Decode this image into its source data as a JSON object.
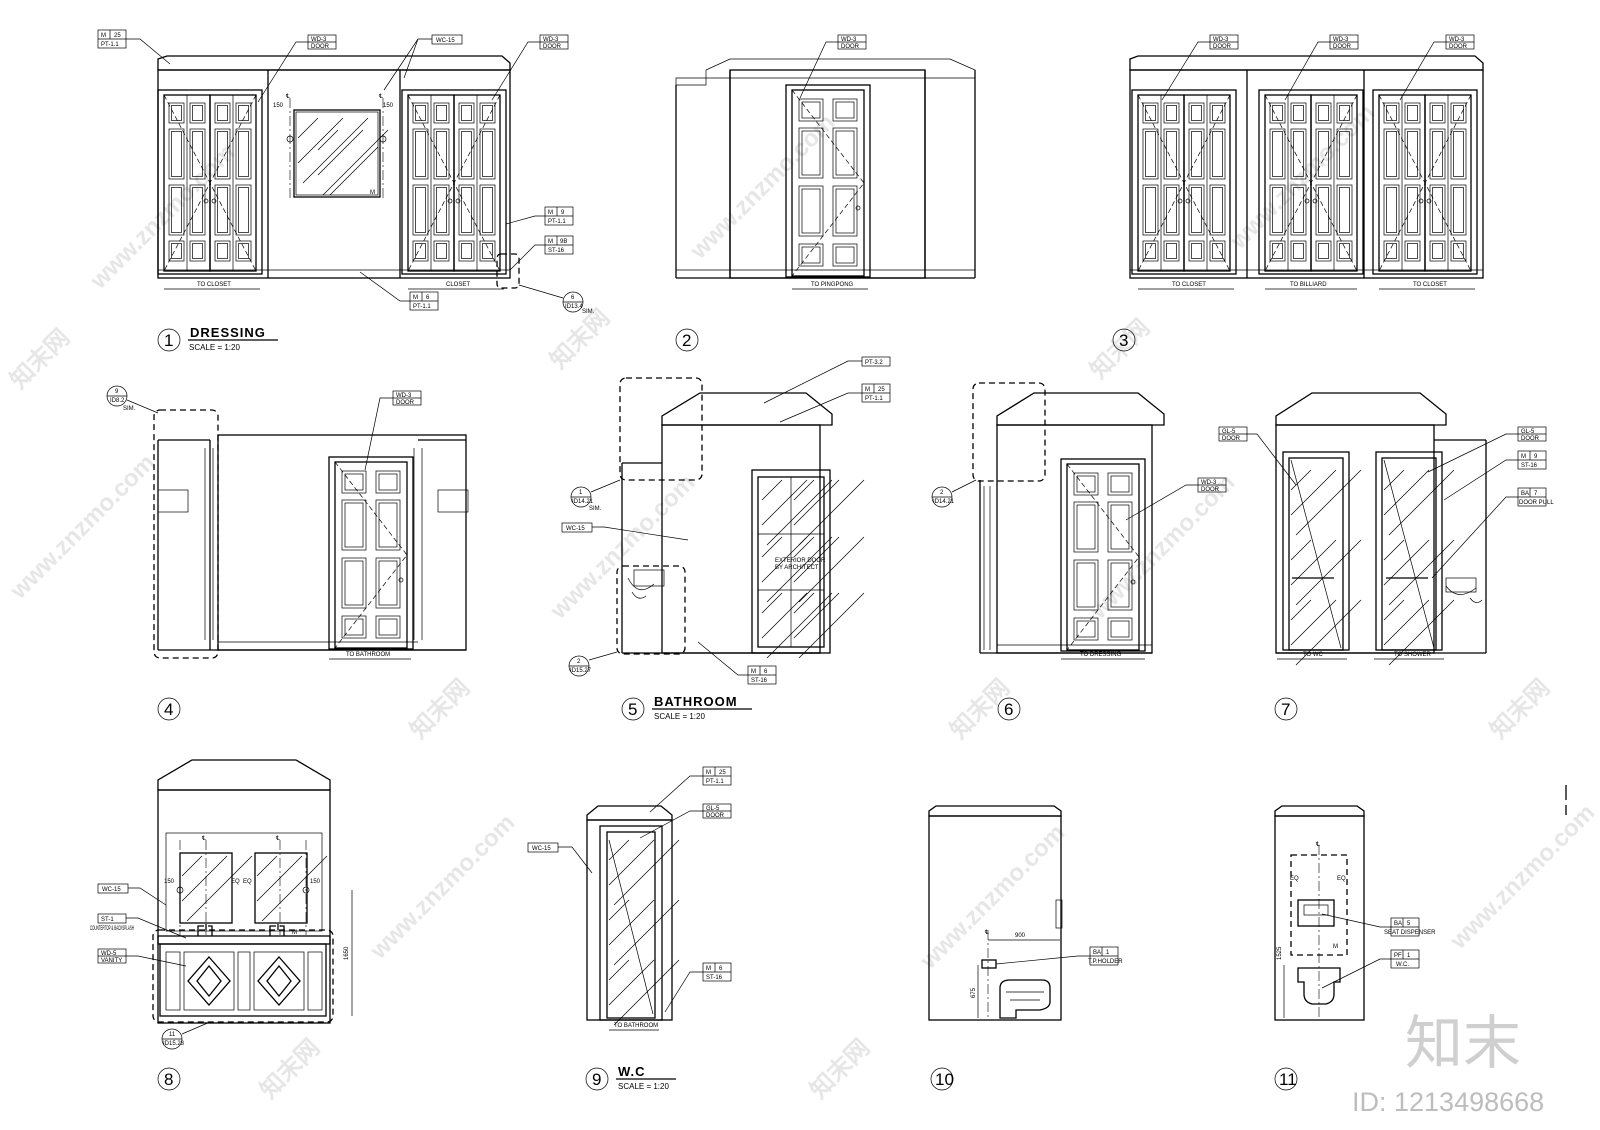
{
  "views": [
    {
      "num": "1",
      "title": "DRESSING",
      "scale": "SCALE = 1:20",
      "labels": [
        "TO CLOSET",
        "CLOSET"
      ]
    },
    {
      "num": "2",
      "title": "",
      "scale": "",
      "labels": [
        "TO PINGPONG"
      ]
    },
    {
      "num": "3",
      "title": "",
      "scale": "",
      "labels": [
        "TO CLOSET",
        "TO BILLIARD",
        "TO CLOSET"
      ]
    },
    {
      "num": "4",
      "title": "",
      "scale": "",
      "labels": [
        "TO BATHROOM"
      ]
    },
    {
      "num": "5",
      "title": "BATHROOM",
      "scale": "SCALE = 1:20",
      "labels": [
        "EXTERIOR DOOR",
        "BY ARCHITECT"
      ]
    },
    {
      "num": "6",
      "title": "",
      "scale": "",
      "labels": [
        "TO DRESSING"
      ]
    },
    {
      "num": "7",
      "title": "",
      "scale": "",
      "labels": [
        "TO WC",
        "TO SHOWER"
      ]
    },
    {
      "num": "8",
      "title": "",
      "scale": "",
      "labels": []
    },
    {
      "num": "9",
      "title": "W.C",
      "scale": "SCALE = 1:20",
      "labels": [
        "TO BATHROOM"
      ]
    },
    {
      "num": "10",
      "title": "",
      "scale": "",
      "labels": []
    },
    {
      "num": "11",
      "title": "",
      "scale": "",
      "labels": []
    }
  ],
  "tags": {
    "m25": [
      "M",
      "25",
      "PT-1.1"
    ],
    "m9": [
      "M",
      "9",
      "PT-1.1"
    ],
    "m9b": [
      "M",
      "9B",
      "ST-16"
    ],
    "m6pt": [
      "M",
      "6",
      "PT-1.1"
    ],
    "m6st": [
      "M",
      "6",
      "ST-16"
    ],
    "m9st": [
      "M",
      "9",
      "ST-16"
    ],
    "ba7": [
      "BA",
      "7",
      "DOOR PULL"
    ],
    "ba1": [
      "BA",
      "1",
      "T.P.HOLDER"
    ],
    "ba5": [
      "BA",
      "5",
      "SEAT DISPENSER"
    ],
    "pf1": [
      "PF",
      "1",
      "W.C."
    ],
    "wd3": [
      "WD-3",
      "DOOR"
    ],
    "wc15": "WC-15",
    "pt32": "PT-3.2",
    "gl5": [
      "GL-5",
      "DOOR"
    ],
    "st1": [
      "ST-1",
      "COUNTERTOP & BACKSPLASH"
    ],
    "wd5": [
      "WD-5",
      "VANITY"
    ]
  },
  "details": {
    "d1": [
      "6",
      "ID13.4",
      "SIM."
    ],
    "d4": [
      "9",
      "ID8.2",
      "SIM."
    ],
    "d5a": [
      "1",
      "ID14.21",
      "SIM."
    ],
    "d5b": [
      "2",
      "ID15.27"
    ],
    "d6": [
      "2",
      "ID14.21"
    ],
    "d8": [
      "11",
      "ID15.23"
    ]
  },
  "dims": {
    "d150": "150",
    "eq": "EQ",
    "d1650": "1650",
    "d900": "900",
    "d675": "675",
    "d1525": "1525",
    "cl": "℄",
    "m": "M"
  },
  "watermark": {
    "site": "www.znzmo.com",
    "brand": "知末网",
    "logo": "知末",
    "id": "ID: 1213498668"
  }
}
